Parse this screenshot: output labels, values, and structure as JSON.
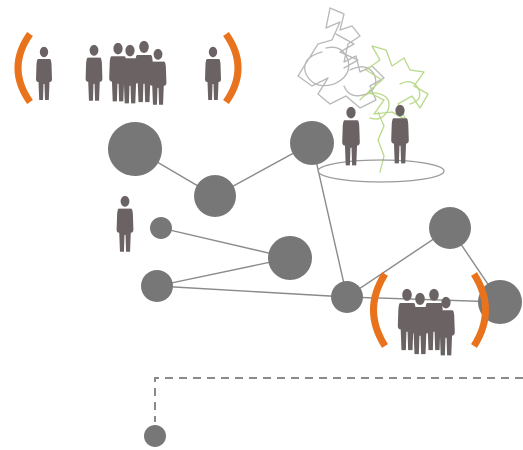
{
  "palette": {
    "node": "#777777",
    "edge": "#8a8a8a",
    "person": "#6b6363",
    "bracket": "#e8731c",
    "dashed_line": "#8a8a8a",
    "scribble_gray": "#b8b8b8",
    "scribble_green": "#b9d98a",
    "ellipse_outline": "#999999"
  },
  "diagram": {
    "groups": [
      {
        "name": "group-top-left",
        "bracketed": true,
        "people_count": 7
      },
      {
        "name": "group-bottom-right",
        "bracketed": true,
        "people_count": 4
      },
      {
        "name": "group-with-ellipse",
        "bracketed": false,
        "people_count": 2
      },
      {
        "name": "lone-person",
        "bracketed": false,
        "people_count": 1
      }
    ],
    "network": {
      "node_count": 10,
      "edge_count": 9
    },
    "legend_line_style": "dashed",
    "icons": [
      "person-icon",
      "scribble-icon",
      "bracket-icon"
    ]
  }
}
